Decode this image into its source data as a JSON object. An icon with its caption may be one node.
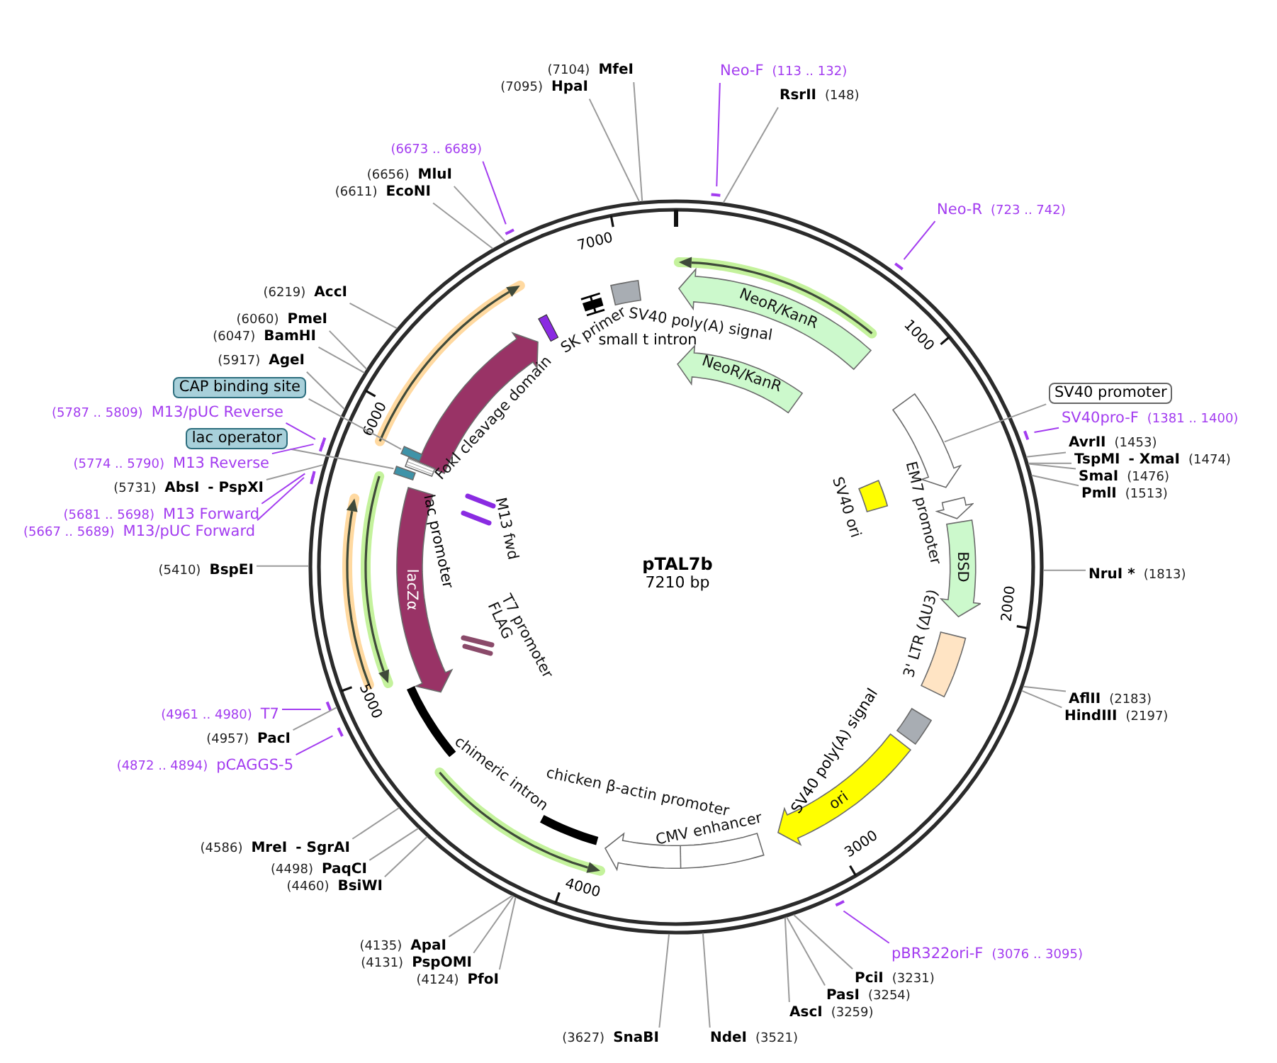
{
  "diagram": {
    "title": "pTAL7b",
    "nodes": [
      {
        "text": [
          "(7104)",
          "MfeI"
        ]
      },
      {
        "text": [
          "(7095)",
          "HpaI"
        ]
      },
      {
        "text": [
          "(6673 .. 6689)"
        ]
      },
      {
        "text": [
          "(6656)",
          "MluI"
        ]
      },
      {
        "text": [
          "(6611)",
          "EcoNI"
        ]
      },
      {
        "text": [
          "(6219)",
          "AccI"
        ]
      },
      {
        "text": [
          "(6060)",
          "PmeI"
        ]
      },
      {
        "text": [
          "(6047)",
          "BamHI"
        ]
      },
      {
        "text": [
          "(5917)",
          "AgeI"
        ]
      },
      {
        "text": [
          "CAP binding site"
        ]
      },
      {
        "text": [
          "(5787 .. 5809)",
          "M13/pUC Reverse"
        ]
      },
      {
        "text": [
          "lac operator"
        ]
      },
      {
        "text": [
          "(5774 .. 5790)",
          "M13 Reverse"
        ]
      },
      {
        "text": [
          "(5731)",
          "AbsI",
          "- PspXI"
        ]
      },
      {
        "text": [
          "(5681 .. 5698)",
          "M13 Forward"
        ]
      },
      {
        "text": [
          "(5667 .. 5689)",
          "M13/pUC Forward"
        ]
      },
      {
        "text": [
          "(5410)",
          "BspEI"
        ]
      },
      {
        "text": [
          "(4961 .. 4980)",
          "T7"
        ]
      },
      {
        "text": [
          "(4957)",
          "PacI"
        ]
      },
      {
        "text": [
          "(4872 .. 4894)",
          "pCAGGS-5"
        ]
      },
      {
        "text": [
          "(4586)",
          "MreI",
          "- SgrAI"
        ]
      },
      {
        "text": [
          "(4498)",
          "PaqCI"
        ]
      },
      {
        "text": [
          "(4460)",
          "BsiWI"
        ]
      },
      {
        "text": [
          "(4135)",
          "ApaI"
        ]
      },
      {
        "text": [
          "(4131)",
          "PspOMI"
        ]
      },
      {
        "text": [
          "(4124)",
          "PfoI"
        ]
      },
      {
        "text": [
          "(3627)",
          "SnaBI"
        ]
      },
      {
        "text": [
          "NdeI",
          "(3521)"
        ]
      },
      {
        "text": [
          "AscI",
          "(3259)"
        ]
      },
      {
        "text": [
          "PasI",
          "(3254)"
        ]
      },
      {
        "text": [
          "PciI",
          "(3231)"
        ]
      },
      {
        "text": [
          "pBR322ori-F",
          "(3076 .. 3095)"
        ]
      },
      {
        "text": [
          "HindIII",
          "(2197)"
        ]
      },
      {
        "text": [
          "AflII",
          "(2183)"
        ]
      },
      {
        "text": [
          "NruI *",
          "(1813)"
        ]
      },
      {
        "text": [
          "PmlI",
          "(1513)"
        ]
      },
      {
        "text": [
          "SmaI",
          "(1476)"
        ]
      },
      {
        "text": [
          "TspMI",
          "- XmaI",
          "(1474)"
        ]
      },
      {
        "text": [
          "AvrII",
          "(1453)"
        ]
      },
      {
        "text": [
          "SV40pro-F",
          "(1381 .. 1400)"
        ]
      },
      {
        "text": [
          "SV40 promoter"
        ]
      },
      {
        "text": [
          "Neo-R",
          "(723 .. 742)"
        ]
      },
      {
        "text": [
          "RsrII",
          "(148)"
        ]
      },
      {
        "text": [
          "Neo-F",
          "(113 .. 132)"
        ]
      },
      {
        "text": [
          "NeoR/KanR"
        ]
      },
      {
        "text": [
          "NeoR/KanR"
        ]
      },
      {
        "text": [],
        "shape": "box",
        "beside": [
          "SV40 poly(A) signal"
        ]
      },
      {
        "text": [],
        "shape": "bar"
      },
      {
        "text": [],
        "shape": "bar",
        "beside": [
          "SK primer"
        ]
      },
      {
        "text": [],
        "shape": "arrow",
        "beside": [
          "FokI cleavage domain"
        ]
      },
      {
        "text": [],
        "shape": "box"
      },
      {
        "text": [
          "lacZα"
        ]
      },
      {
        "text": [
          "M13 fwd"
        ]
      },
      {
        "text": [
          "FLAG",
          "T7 promoter"
        ]
      },
      {
        "text": [],
        "shape": "bar",
        "beside": [
          "chimeric intron"
        ]
      },
      {
        "text": [],
        "shape": "bar",
        "beside": [
          "chicken β-actin promoter"
        ]
      },
      {
        "text": [],
        "shape": "arrow",
        "beside": [
          "CMV enhancer"
        ]
      },
      {
        "text": [
          "ori"
        ]
      },
      {
        "text": [],
        "shape": "box"
      },
      {
        "text": [],
        "shape": "box",
        "beside": [
          "3' LTR (ΔU3)"
        ]
      },
      {
        "text": [
          "BSD"
        ]
      },
      {
        "text": [],
        "shape": "arrow",
        "beside": [
          "EM7 promoter"
        ]
      },
      {
        "text": [],
        "shape": "arrow"
      },
      {
        "text": [],
        "shape": "box",
        "beside": [
          "SV40 ori"
        ]
      },
      {
        "text": [],
        "shape": "box"
      },
      {
        "text": [],
        "shape": "box"
      }
    ],
    "edges": [
      {
        "from": 0,
        "to": null,
        "arrow": "none"
      },
      {
        "from": 1,
        "to": null,
        "arrow": "none"
      },
      {
        "from": 2,
        "to": null,
        "arrow": "none",
        "color": "#a33cf0"
      },
      {
        "from": 3,
        "to": null,
        "arrow": "none"
      },
      {
        "from": 4,
        "to": null,
        "arrow": "none"
      },
      {
        "from": 5,
        "to": null,
        "arrow": "none"
      },
      {
        "from": 6,
        "to": null,
        "arrow": "none"
      },
      {
        "from": 7,
        "to": null,
        "arrow": "none"
      },
      {
        "from": 8,
        "to": null,
        "arrow": "none"
      },
      {
        "from": 9,
        "to": 64,
        "arrow": "none"
      },
      {
        "from": 10,
        "to": null,
        "arrow": "none",
        "color": "#a33cf0"
      },
      {
        "from": 11,
        "to": 65,
        "arrow": "none"
      },
      {
        "from": 12,
        "to": null,
        "arrow": "none",
        "color": "#a33cf0"
      },
      {
        "from": 13,
        "to": null,
        "arrow": "none"
      },
      {
        "from": 14,
        "to": null,
        "arrow": "none",
        "color": "#a33cf0"
      },
      {
        "from": 15,
        "to": null,
        "arrow": "none",
        "color": "#a33cf0"
      },
      {
        "from": 16,
        "to": null,
        "arrow": "none"
      },
      {
        "from": 17,
        "to": null,
        "arrow": "none",
        "color": "#a33cf0"
      },
      {
        "from": 18,
        "to": null,
        "arrow": "none"
      },
      {
        "from": 19,
        "to": null,
        "arrow": "none",
        "color": "#a33cf0"
      },
      {
        "from": 20,
        "to": null,
        "arrow": "none"
      },
      {
        "from": 21,
        "to": null,
        "arrow": "none"
      },
      {
        "from": 22,
        "to": null,
        "arrow": "none"
      },
      {
        "from": 23,
        "to": null,
        "arrow": "none"
      },
      {
        "from": 24,
        "to": null,
        "arrow": "none"
      },
      {
        "from": 25,
        "to": null,
        "arrow": "none"
      },
      {
        "from": 26,
        "to": null,
        "arrow": "none"
      },
      {
        "from": 27,
        "to": null,
        "arrow": "none"
      },
      {
        "from": 28,
        "to": null,
        "arrow": "none"
      },
      {
        "from": 29,
        "to": null,
        "arrow": "none"
      },
      {
        "from": 30,
        "to": null,
        "arrow": "none"
      },
      {
        "from": 31,
        "to": null,
        "arrow": "none",
        "color": "#a33cf0"
      },
      {
        "from": 32,
        "to": null,
        "arrow": "none"
      },
      {
        "from": 33,
        "to": null,
        "arrow": "none"
      },
      {
        "from": 34,
        "to": null,
        "arrow": "none"
      },
      {
        "from": 35,
        "to": null,
        "arrow": "none"
      },
      {
        "from": 36,
        "to": null,
        "arrow": "none"
      },
      {
        "from": 37,
        "to": null,
        "arrow": "none"
      },
      {
        "from": 38,
        "to": null,
        "arrow": "none"
      },
      {
        "from": 39,
        "to": null,
        "arrow": "none",
        "color": "#a33cf0"
      },
      {
        "from": 40,
        "to": 62,
        "arrow": "none"
      },
      {
        "from": 41,
        "to": null,
        "arrow": "none",
        "color": "#a33cf0"
      },
      {
        "from": 42,
        "to": null,
        "arrow": "none"
      },
      {
        "from": 43,
        "to": null,
        "arrow": "none",
        "color": "#a33cf0"
      }
    ],
    "labels": [
      "7210 bp",
      "1000",
      "2000",
      "3000",
      "4000",
      "5000",
      "6000",
      "7000",
      "small t intron",
      "SV40 poly(A) signal",
      "lac promoter"
    ]
  }
}
